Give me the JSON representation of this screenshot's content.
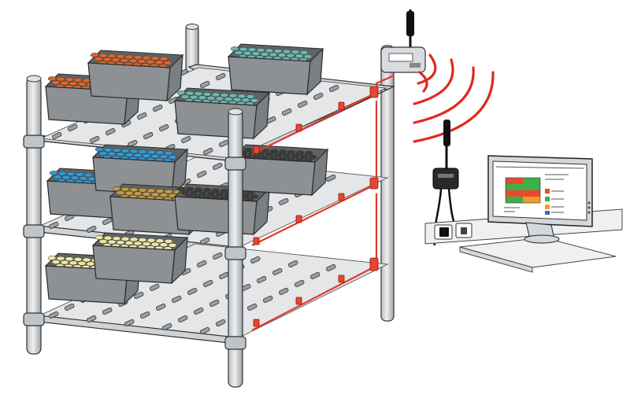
{
  "colors": {
    "wiring": "#e23a2b",
    "radio_waves": "#e02a1e",
    "frame": "#cfd3d6",
    "bin": "#7b7f82",
    "screen_red": "#e74b2f",
    "screen_green": "#3fae49",
    "screen_orange": "#f39a2c"
  },
  "parts": {
    "rack": "flow-rack-with-bins",
    "transmitter": "wireless-transmitter",
    "receiver": "wireless-receiver",
    "monitor": "monitoring-display"
  },
  "bin_contents": [
    {
      "level": "top",
      "color": "#e0652a"
    },
    {
      "level": "top",
      "color": "#e0652a"
    },
    {
      "level": "top",
      "color": "#6cb9b0"
    },
    {
      "level": "top",
      "color": "#6cb9b0"
    },
    {
      "level": "middle",
      "color": "#2f9ad6"
    },
    {
      "level": "middle",
      "color": "#2f9ad6"
    },
    {
      "level": "middle",
      "color": "#c79a3e"
    },
    {
      "level": "middle",
      "color": "#3b3b3b"
    },
    {
      "level": "middle",
      "color": "#3b3b3b"
    },
    {
      "level": "bottom",
      "color": "#ece6a6"
    },
    {
      "level": "bottom",
      "color": "#ece6a6"
    }
  ]
}
